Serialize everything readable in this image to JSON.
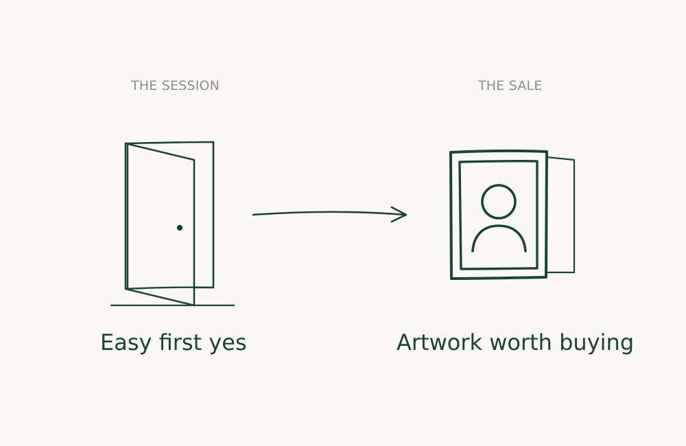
{
  "colors": {
    "background": "#faf9f5",
    "ink": "#1c4530",
    "label": "#8a9182"
  },
  "session": {
    "label": "THE SESSION",
    "caption": "Easy first yes",
    "icon": "open-door-icon"
  },
  "sale": {
    "label": "THE SALE",
    "caption": "Artwork worth buying",
    "icon": "framed-portrait-icon"
  },
  "connector": {
    "icon": "arrow-right-icon"
  }
}
